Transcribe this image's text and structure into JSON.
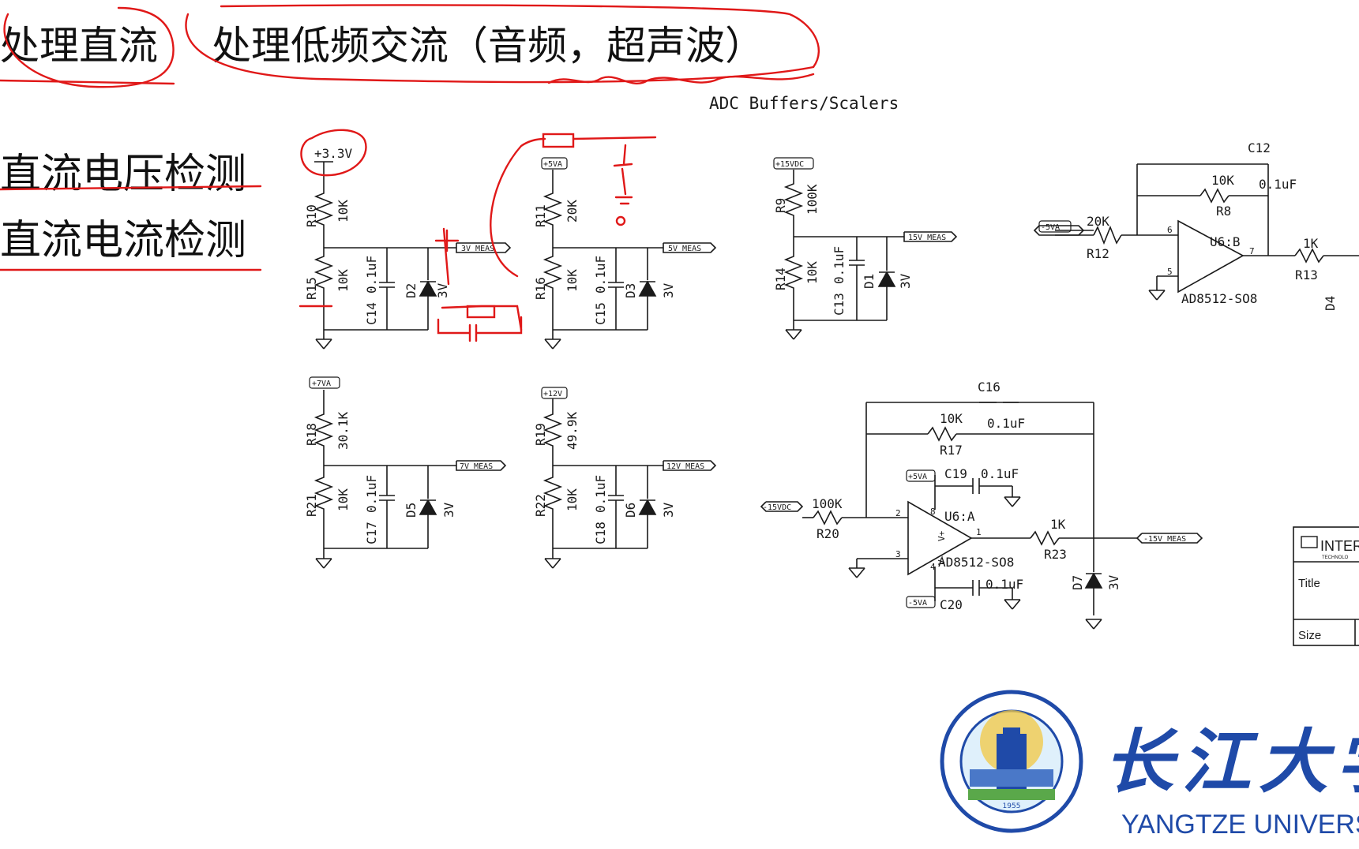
{
  "annotations": {
    "heading_left": "处理直流",
    "heading_right": "处理低频交流（音频，超声波）",
    "note_1": "直流电压检测",
    "note_2": "直流电流检测"
  },
  "schematic": {
    "section_title": "ADC Buffers/Scalers",
    "rails": {
      "p3v3": "+3.3V",
      "p5va": "+5VA",
      "p15vdc": "+15VDC",
      "m5va": "-5VA",
      "p7va": "+7VA",
      "p12v": "+12V",
      "m15vdc": "-15VDC"
    },
    "nets": {
      "m3v": "3V_MEAS",
      "m5v": "5V_MEAS",
      "m15v": "15V_MEAS",
      "m7v": "7V_MEAS",
      "m12v": "12V_MEAS",
      "m15vn": "-15V_MEAS"
    },
    "parts": {
      "r10": "R10",
      "r10v": "10K",
      "r15": "R15",
      "r15v": "10K",
      "c14": "C14",
      "c14v": "0.1uF",
      "d2": "D2",
      "d2v": "3V",
      "r11": "R11",
      "r11v": "20K",
      "r16": "R16",
      "r16v": "10K",
      "c15": "C15",
      "c15v": "0.1uF",
      "d3": "D3",
      "d3v": "3V",
      "r9": "R9",
      "r9v": "100K",
      "r14": "R14",
      "r14v": "10K",
      "c13": "C13",
      "c13v": "0.1uF",
      "d1": "D1",
      "d1v": "3V",
      "c12": "C12",
      "c12v": "0.1uF",
      "r8": "R8",
      "r8v": "10K",
      "r12": "R12",
      "r12v": "20K",
      "u6b": "U6:B",
      "u6b_part": "AD8512-SO8",
      "r13": "R13",
      "r13v": "1K",
      "d4": "D4",
      "pin6": "6",
      "pin5": "5",
      "pin7": "7",
      "r18": "R18",
      "r18v": "30.1K",
      "r21": "R21",
      "r21v": "10K",
      "c17": "C17",
      "c17v": "0.1uF",
      "d5": "D5",
      "d5v": "3V",
      "r19": "R19",
      "r19v": "49.9K",
      "r22": "R22",
      "r22v": "10K",
      "c18": "C18",
      "c18v": "0.1uF",
      "d6": "D6",
      "d6v": "3V",
      "c16": "C16",
      "c16v": "0.1uF",
      "r17": "R17",
      "r17v": "10K",
      "r20": "R20",
      "r20v": "100K",
      "c19": "C19",
      "c19v": "0.1uF",
      "u6a": "U6:A",
      "u6a_part": "AD8512-SO8",
      "pin2": "2",
      "pin3": "3",
      "pin1": "1",
      "pin8": "8",
      "pin4": "4",
      "vplus": "V+",
      "vminus": "V-",
      "r23": "R23",
      "r23v": "1K",
      "c20": "C20",
      "c20v": "0.1uF",
      "d7": "D7",
      "d7v": "3V"
    },
    "title_block": {
      "company": "INTER",
      "sub": "TECHNOLO",
      "title": "Title",
      "size": "Size"
    }
  },
  "logo": {
    "name_cn": "长江大学",
    "name_en": "YANGTZE UNIVERSITY",
    "seal_year": "1955"
  },
  "colors": {
    "ink": "#1a1a1a",
    "pen": "#e01818",
    "brand": "#1f4aa8"
  }
}
